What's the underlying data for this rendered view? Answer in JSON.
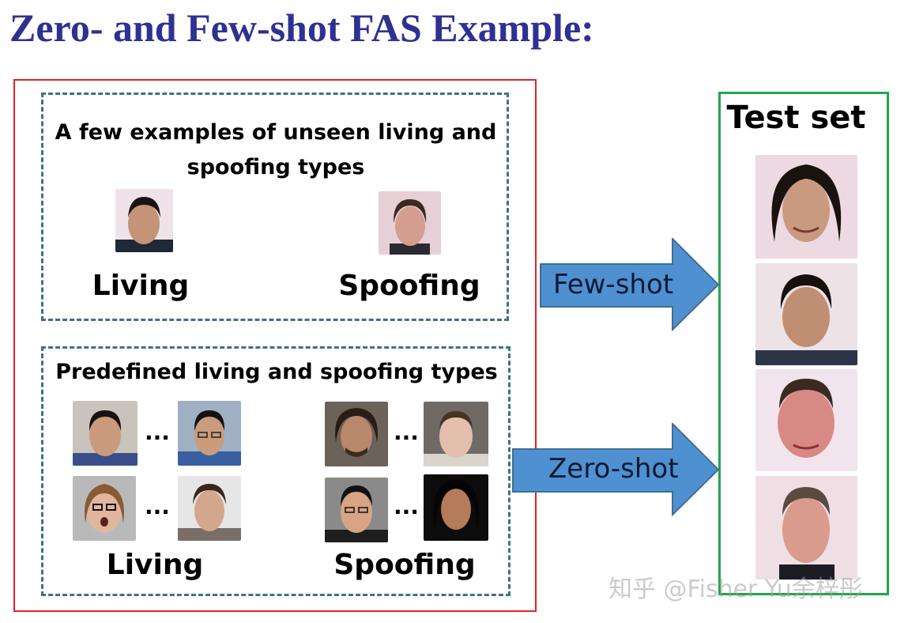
{
  "title": "Zero- and Few-shot FAS Example:",
  "few_shot_box": {
    "heading": "A few examples of unseen living and spoofing types",
    "living_label": "Living",
    "spoofing_label": "Spoofing"
  },
  "predefined_box": {
    "heading": "Predefined living and spoofing types",
    "living_label": "Living",
    "spoofing_label": "Spoofing",
    "ellipsis": "..."
  },
  "arrows": {
    "few_shot": "Few-shot",
    "zero_shot": "Zero-shot"
  },
  "test_set": {
    "title": "Test set"
  },
  "watermark": "知乎 @Fisher Yu余梓彤",
  "colors": {
    "title": "#2e3192",
    "outer_border": "#e02424",
    "dashed_border": "#3f6f91",
    "test_border": "#1fa84a",
    "arrow_fill": "#4f90d0"
  }
}
